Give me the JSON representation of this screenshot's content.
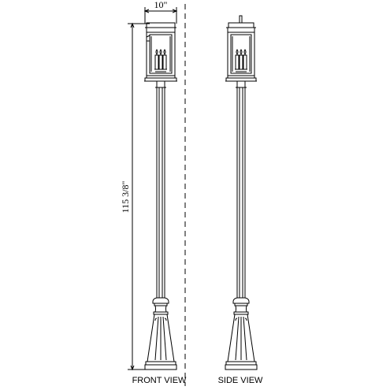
{
  "dimensions": {
    "width": "10\"",
    "height": "115 3/8\""
  },
  "views": {
    "front": "FRONT VIEW",
    "side": "SIDE VIEW"
  }
}
